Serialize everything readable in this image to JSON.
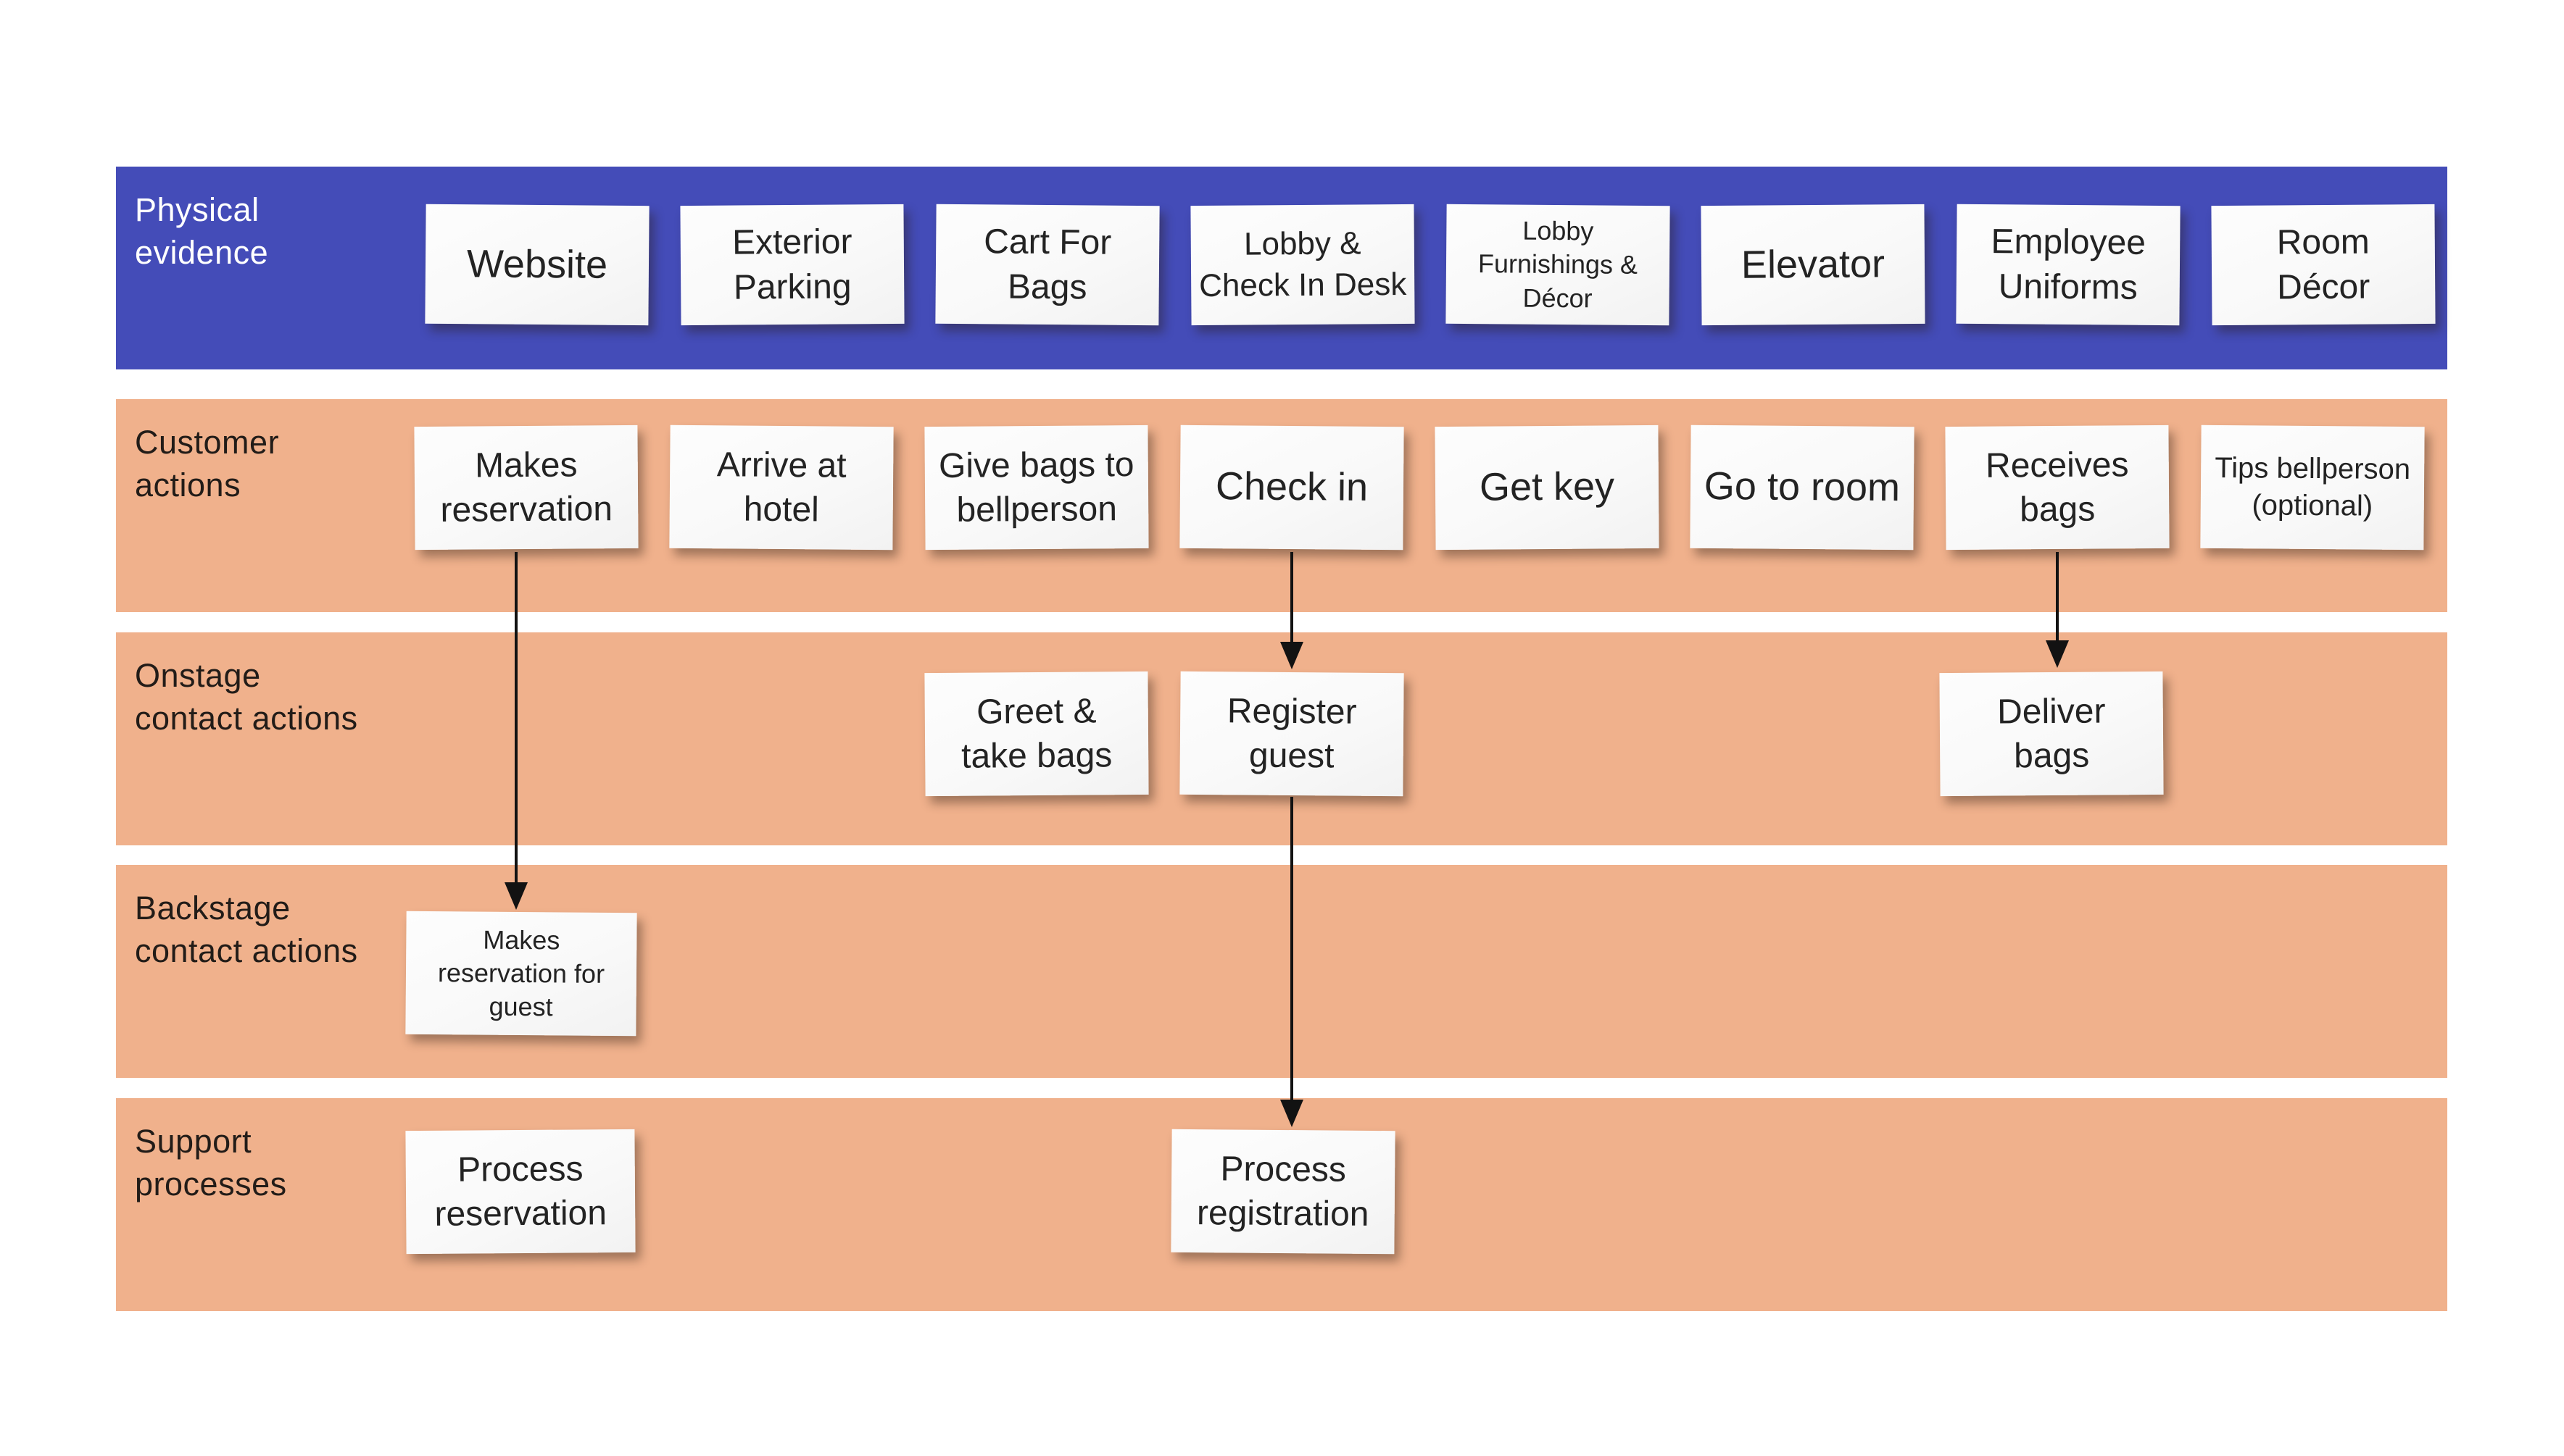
{
  "colors": {
    "band_blue": "#444CB8",
    "band_peach": "#F0B18C",
    "card_background": "#FAFAFA",
    "card_text": "#232323",
    "label_on_blue": "#FFFFFF",
    "label_on_peach": "#221C18",
    "arrow": "#121212",
    "page_background": "#FFFFFF"
  },
  "rows": [
    {
      "label": "Physical\nevidence",
      "cards": [
        {
          "label": "Website"
        },
        {
          "label": "Exterior\nParking"
        },
        {
          "label": "Cart For\nBags"
        },
        {
          "label": "Lobby &\nCheck In Desk"
        },
        {
          "label": "Lobby\nFurnishings &\nDécor"
        },
        {
          "label": "Elevator"
        },
        {
          "label": "Employee\nUniforms"
        },
        {
          "label": "Room\nDécor"
        }
      ]
    },
    {
      "label": "Customer\nactions",
      "cards": [
        {
          "label": "Makes\nreservation"
        },
        {
          "label": "Arrive at\nhotel"
        },
        {
          "label": "Give bags to\nbellperson"
        },
        {
          "label": "Check in"
        },
        {
          "label": "Get key"
        },
        {
          "label": "Go to room"
        },
        {
          "label": "Receives\nbags"
        },
        {
          "label": "Tips bellperson\n(optional)"
        }
      ]
    },
    {
      "label": "Onstage\ncontact actions",
      "cards": [
        {
          "label": "Greet &\ntake bags"
        },
        {
          "label": "Register\nguest"
        },
        {
          "label": "Deliver\nbags"
        }
      ]
    },
    {
      "label": "Backstage\ncontact actions",
      "cards": [
        {
          "label": "Makes\nreservation for\nguest"
        }
      ]
    },
    {
      "label": "Support\nprocesses",
      "cards": [
        {
          "label": "Process\nreservation"
        },
        {
          "label": "Process\nregistration"
        }
      ]
    }
  ],
  "arrows": [
    {
      "from": "Makes reservation",
      "to": "Makes reservation for guest",
      "direction": "down"
    },
    {
      "from": "Check in",
      "to": "Register guest",
      "direction": "down"
    },
    {
      "from": "Register guest",
      "to": "Process registration",
      "direction": "down"
    },
    {
      "from": "Receives bags",
      "to": "Deliver bags",
      "direction": "down"
    }
  ]
}
